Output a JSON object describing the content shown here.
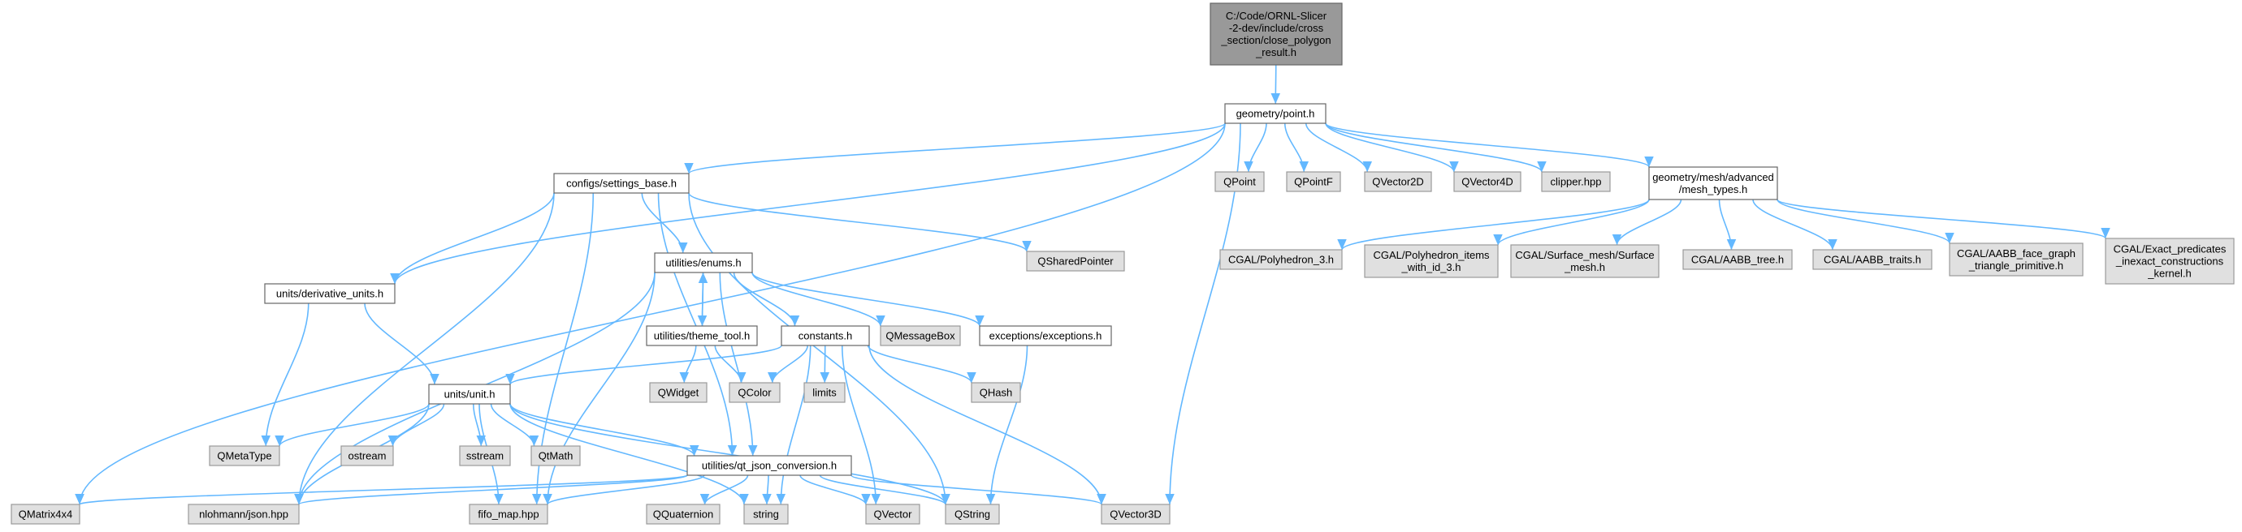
{
  "colors": {
    "edge": "#63b8ff",
    "root_fill": "#999999",
    "file_fill": "#ffffff",
    "external_fill": "#e0e0e0",
    "border": "#666666"
  },
  "nodes": [
    {
      "id": "root",
      "kind": "root",
      "lines": [
        "C:/Code/ORNL-Slicer",
        "-2-dev/include/cross",
        "_section/close_polygon",
        "_result.h"
      ]
    },
    {
      "id": "point",
      "kind": "file",
      "lines": [
        "geometry/point.h"
      ]
    },
    {
      "id": "settings_base",
      "kind": "file",
      "lines": [
        "configs/settings_base.h"
      ]
    },
    {
      "id": "enums",
      "kind": "file",
      "lines": [
        "utilities/enums.h"
      ]
    },
    {
      "id": "derivative_units",
      "kind": "file",
      "lines": [
        "units/derivative_units.h"
      ]
    },
    {
      "id": "theme_tool",
      "kind": "file",
      "lines": [
        "utilities/theme_tool.h"
      ]
    },
    {
      "id": "constants",
      "kind": "file",
      "lines": [
        "constants.h"
      ]
    },
    {
      "id": "exceptions",
      "kind": "file",
      "lines": [
        "exceptions/exceptions.h"
      ]
    },
    {
      "id": "unit",
      "kind": "file",
      "lines": [
        "units/unit.h"
      ]
    },
    {
      "id": "qt_json_conversion",
      "kind": "file",
      "lines": [
        "utilities/qt_json_conversion.h"
      ]
    },
    {
      "id": "mesh_types",
      "kind": "file",
      "lines": [
        "geometry/mesh/advanced",
        "/mesh_types.h"
      ]
    },
    {
      "id": "QPoint",
      "kind": "ext",
      "lines": [
        "QPoint"
      ]
    },
    {
      "id": "QPointF",
      "kind": "ext",
      "lines": [
        "QPointF"
      ]
    },
    {
      "id": "QVector2D",
      "kind": "ext",
      "lines": [
        "QVector2D"
      ]
    },
    {
      "id": "QVector4D",
      "kind": "ext",
      "lines": [
        "QVector4D"
      ]
    },
    {
      "id": "clipper",
      "kind": "ext",
      "lines": [
        "clipper.hpp"
      ]
    },
    {
      "id": "QSharedPointer",
      "kind": "ext",
      "lines": [
        "QSharedPointer"
      ]
    },
    {
      "id": "QMessageBox",
      "kind": "ext",
      "lines": [
        "QMessageBox"
      ]
    },
    {
      "id": "QWidget",
      "kind": "ext",
      "lines": [
        "QWidget"
      ]
    },
    {
      "id": "QColor",
      "kind": "ext",
      "lines": [
        "QColor"
      ]
    },
    {
      "id": "limits",
      "kind": "ext",
      "lines": [
        "limits"
      ]
    },
    {
      "id": "QHash",
      "kind": "ext",
      "lines": [
        "QHash"
      ]
    },
    {
      "id": "QMetaType",
      "kind": "ext",
      "lines": [
        "QMetaType"
      ]
    },
    {
      "id": "ostream",
      "kind": "ext",
      "lines": [
        "ostream"
      ]
    },
    {
      "id": "sstream",
      "kind": "ext",
      "lines": [
        "sstream"
      ]
    },
    {
      "id": "QtMath",
      "kind": "ext",
      "lines": [
        "QtMath"
      ]
    },
    {
      "id": "QMatrix4x4",
      "kind": "ext",
      "lines": [
        "QMatrix4x4"
      ]
    },
    {
      "id": "json",
      "kind": "ext",
      "lines": [
        "nlohmann/json.hpp"
      ]
    },
    {
      "id": "fifo_map",
      "kind": "ext",
      "lines": [
        "fifo_map.hpp"
      ]
    },
    {
      "id": "QQuaternion",
      "kind": "ext",
      "lines": [
        "QQuaternion"
      ]
    },
    {
      "id": "string",
      "kind": "ext",
      "lines": [
        "string"
      ]
    },
    {
      "id": "QVector",
      "kind": "ext",
      "lines": [
        "QVector"
      ]
    },
    {
      "id": "QString",
      "kind": "ext",
      "lines": [
        "QString"
      ]
    },
    {
      "id": "QVector3D",
      "kind": "ext",
      "lines": [
        "QVector3D"
      ]
    },
    {
      "id": "cgal_polyhedron",
      "kind": "ext",
      "lines": [
        "CGAL/Polyhedron_3.h"
      ]
    },
    {
      "id": "cgal_polyhedron_items",
      "kind": "ext",
      "lines": [
        "CGAL/Polyhedron_items",
        "_with_id_3.h"
      ]
    },
    {
      "id": "cgal_surface_mesh",
      "kind": "ext",
      "lines": [
        "CGAL/Surface_mesh/Surface",
        "_mesh.h"
      ]
    },
    {
      "id": "cgal_aabb_tree",
      "kind": "ext",
      "lines": [
        "CGAL/AABB_tree.h"
      ]
    },
    {
      "id": "cgal_aabb_traits",
      "kind": "ext",
      "lines": [
        "CGAL/AABB_traits.h"
      ]
    },
    {
      "id": "cgal_aabb_face_graph",
      "kind": "ext",
      "lines": [
        "CGAL/AABB_face_graph",
        "_triangle_primitive.h"
      ]
    },
    {
      "id": "cgal_exact_predicates",
      "kind": "ext",
      "lines": [
        "CGAL/Exact_predicates",
        "_inexact_constructions",
        "_kernel.h"
      ]
    }
  ],
  "edges": [
    [
      "root",
      "point"
    ],
    [
      "point",
      "QMatrix4x4"
    ],
    [
      "point",
      "settings_base"
    ],
    [
      "point",
      "derivative_units"
    ],
    [
      "point",
      "QPoint"
    ],
    [
      "point",
      "QPointF"
    ],
    [
      "point",
      "QVector2D"
    ],
    [
      "point",
      "QVector4D"
    ],
    [
      "point",
      "clipper"
    ],
    [
      "point",
      "mesh_types"
    ],
    [
      "point",
      "QVector3D"
    ],
    [
      "settings_base",
      "enums"
    ],
    [
      "settings_base",
      "derivative_units"
    ],
    [
      "settings_base",
      "json"
    ],
    [
      "settings_base",
      "fifo_map"
    ],
    [
      "settings_base",
      "QSharedPointer"
    ],
    [
      "settings_base",
      "QString"
    ],
    [
      "settings_base",
      "qt_json_conversion"
    ],
    [
      "enums",
      "theme_tool"
    ],
    [
      "enums",
      "constants"
    ],
    [
      "enums",
      "QMessageBox"
    ],
    [
      "enums",
      "exceptions"
    ],
    [
      "enums",
      "json"
    ],
    [
      "enums",
      "fifo_map"
    ],
    [
      "enums",
      "qt_json_conversion"
    ],
    [
      "theme_tool",
      "enums"
    ],
    [
      "theme_tool",
      "QWidget"
    ],
    [
      "theme_tool",
      "QColor"
    ],
    [
      "constants",
      "unit"
    ],
    [
      "constants",
      "QColor"
    ],
    [
      "constants",
      "limits"
    ],
    [
      "constants",
      "QHash"
    ],
    [
      "constants",
      "QVector3D"
    ],
    [
      "constants",
      "string"
    ],
    [
      "constants",
      "QVector"
    ],
    [
      "exceptions",
      "QString"
    ],
    [
      "derivative_units",
      "unit"
    ],
    [
      "derivative_units",
      "QMetaType"
    ],
    [
      "unit",
      "QMetaType"
    ],
    [
      "unit",
      "ostream"
    ],
    [
      "unit",
      "sstream"
    ],
    [
      "unit",
      "QtMath"
    ],
    [
      "unit",
      "qt_json_conversion"
    ],
    [
      "unit",
      "json"
    ],
    [
      "unit",
      "fifo_map"
    ],
    [
      "unit",
      "string"
    ],
    [
      "unit",
      "QString"
    ],
    [
      "qt_json_conversion",
      "QMatrix4x4"
    ],
    [
      "qt_json_conversion",
      "json"
    ],
    [
      "qt_json_conversion",
      "fifo_map"
    ],
    [
      "qt_json_conversion",
      "QQuaternion"
    ],
    [
      "qt_json_conversion",
      "string"
    ],
    [
      "qt_json_conversion",
      "QVector"
    ],
    [
      "qt_json_conversion",
      "QString"
    ],
    [
      "qt_json_conversion",
      "QVector3D"
    ],
    [
      "mesh_types",
      "cgal_polyhedron"
    ],
    [
      "mesh_types",
      "cgal_polyhedron_items"
    ],
    [
      "mesh_types",
      "cgal_surface_mesh"
    ],
    [
      "mesh_types",
      "cgal_aabb_tree"
    ],
    [
      "mesh_types",
      "cgal_aabb_traits"
    ],
    [
      "mesh_types",
      "cgal_aabb_face_graph"
    ],
    [
      "mesh_types",
      "cgal_exact_predicates"
    ]
  ]
}
